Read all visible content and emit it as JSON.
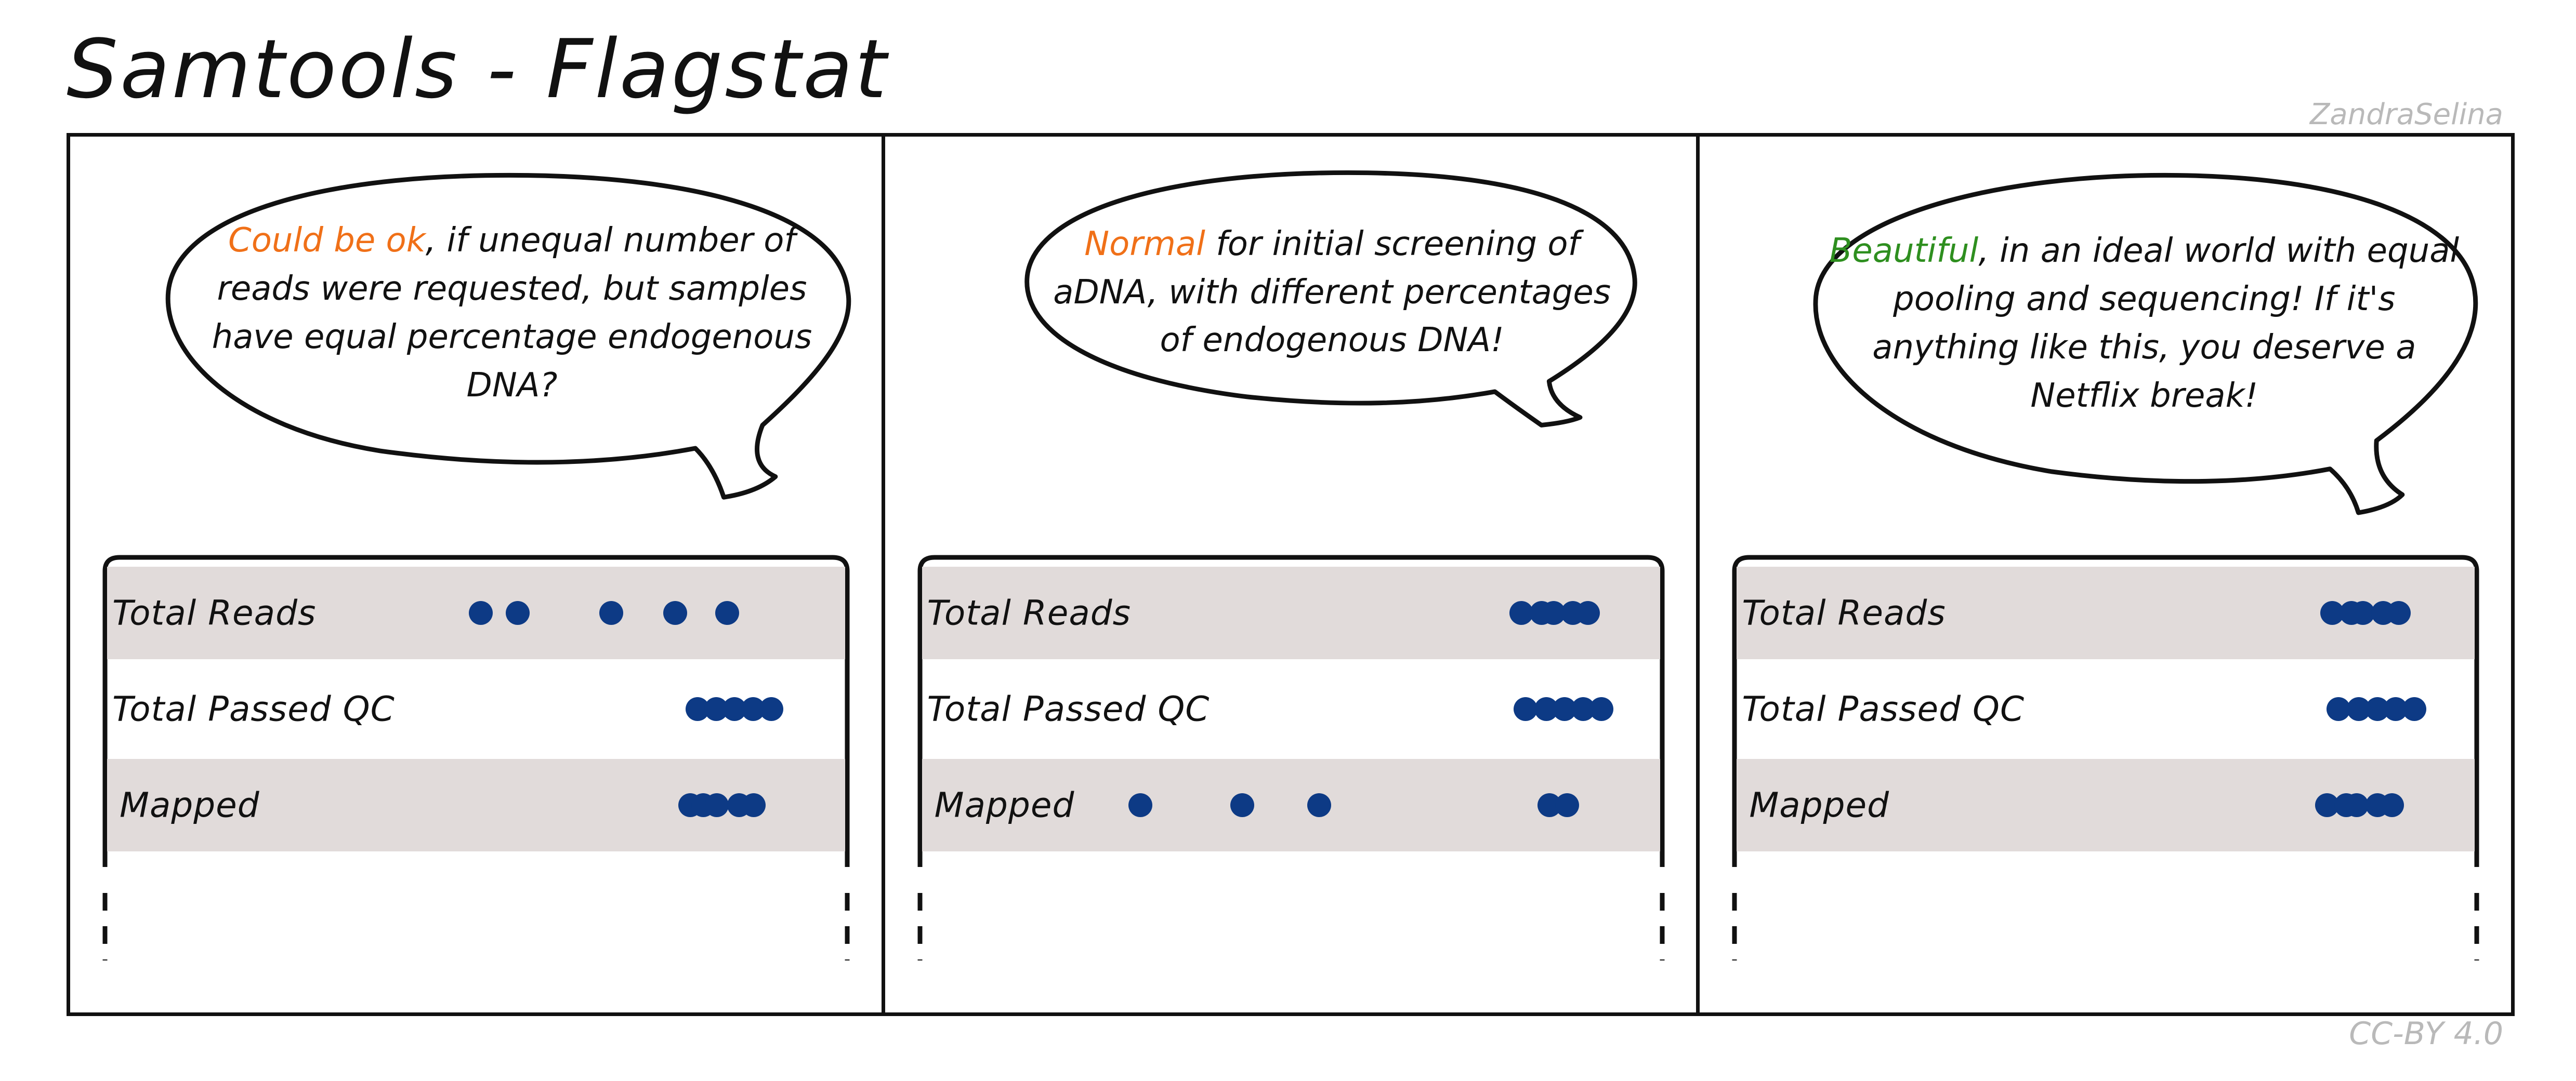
{
  "title": "Samtools - Flagstat",
  "author": "ZandraSelina",
  "license": "CC-BY 4.0",
  "colors": {
    "dot": "#0d3a85",
    "row_shade": "#e1dbda",
    "orange": "#f07018",
    "green": "#2e8f1f",
    "credit_gray": "#b9b9b9"
  },
  "panels": [
    {
      "bubble": {
        "highlight": "Could be ok",
        "highlight_color": "orange",
        "rest": ", if unequal number of reads were requested, but samples have equal percentage endogenous DNA?"
      },
      "rows": [
        {
          "label": "Total Reads",
          "dots": [
            0.506,
            0.556,
            0.683,
            0.77,
            0.84
          ]
        },
        {
          "label": "Total Passed QC",
          "dots": [
            0.8,
            0.825,
            0.85,
            0.875,
            0.9
          ]
        },
        {
          "label": "Mapped",
          "dots": [
            0.79,
            0.808,
            0.826,
            0.856,
            0.876
          ]
        }
      ]
    },
    {
      "bubble": {
        "highlight": "Normal",
        "highlight_color": "orange",
        "rest": " for initial screening of aDNA, with different percentages of endogenous DNA!"
      },
      "rows": [
        {
          "label": "Total Reads",
          "dots": [
            0.812,
            0.84,
            0.856,
            0.882,
            0.902
          ]
        },
        {
          "label": "Total Passed QC",
          "dots": [
            0.818,
            0.846,
            0.871,
            0.896,
            0.921
          ]
        },
        {
          "label": "Mapped",
          "dots": [
            0.296,
            0.434,
            0.538,
            0.85,
            0.874
          ]
        }
      ]
    },
    {
      "bubble": {
        "highlight": "Beautiful",
        "highlight_color": "green",
        "rest": ", in an ideal world with equal pooling and sequencing! If it's anything like this, you deserve a Netflix break!"
      },
      "rows": [
        {
          "label": "Total Reads",
          "dots": [
            0.807,
            0.833,
            0.848,
            0.876,
            0.897
          ]
        },
        {
          "label": "Total Passed QC",
          "dots": [
            0.815,
            0.843,
            0.868,
            0.893,
            0.918
          ]
        },
        {
          "label": "Mapped",
          "dots": [
            0.8,
            0.826,
            0.84,
            0.868,
            0.888
          ]
        }
      ]
    }
  ]
}
